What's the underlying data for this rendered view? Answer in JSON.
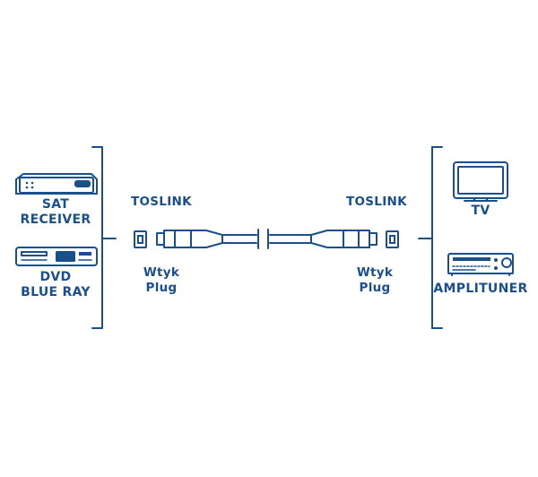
{
  "colors": {
    "stroke": "#1b4f8a",
    "fill_light": "#ffffff",
    "fill_dark": "#1b4f8a",
    "text": "#1b4f8a"
  },
  "left_devices": [
    {
      "icon": "sat-receiver-icon",
      "line1": "SAT",
      "line2": "RECEIVER"
    },
    {
      "icon": "dvd-player-icon",
      "line1": "DVD",
      "line2": "BLUE RAY"
    }
  ],
  "right_devices": [
    {
      "icon": "tv-icon",
      "label": "TV"
    },
    {
      "icon": "amplifier-icon",
      "label": "AMPLITUNER"
    }
  ],
  "connectors": {
    "left": {
      "type": "TOSLINK",
      "line1": "Wtyk",
      "line2": "Plug"
    },
    "right": {
      "type": "TOSLINK",
      "line1": "Wtyk",
      "line2": "Plug"
    }
  }
}
